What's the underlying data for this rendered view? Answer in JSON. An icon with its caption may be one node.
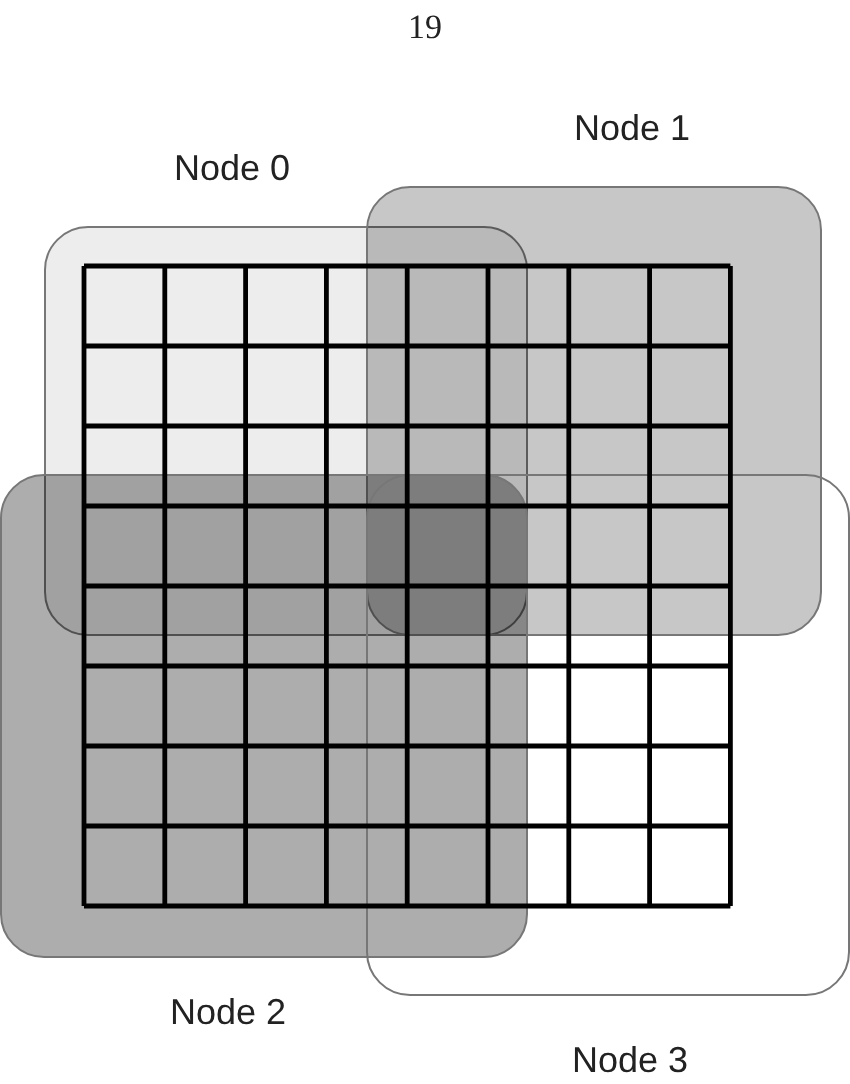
{
  "diagram": {
    "nodes": [
      {
        "text": [
          "Node 0"
        ]
      },
      {
        "text": [
          "Node 1"
        ]
      },
      {
        "text": [
          "Node 2"
        ]
      },
      {
        "text": [
          "Node 3"
        ]
      }
    ],
    "labels": [
      "19"
    ]
  }
}
